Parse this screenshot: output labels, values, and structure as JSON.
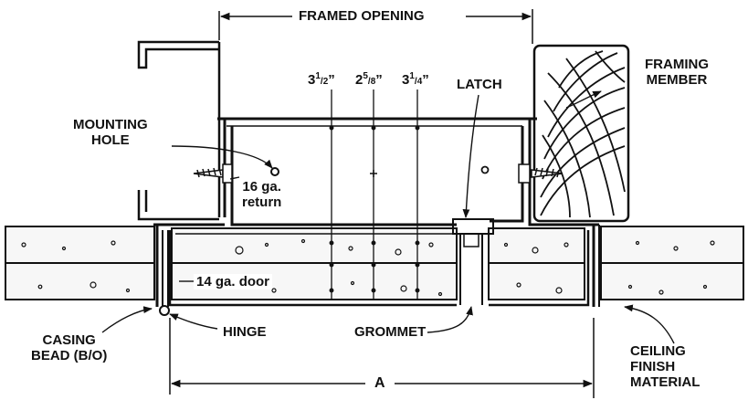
{
  "labels": {
    "framed_opening": "FRAMED OPENING",
    "framing_member": [
      "FRAMING",
      "MEMBER"
    ],
    "mounting_hole": [
      "MOUNTING",
      "HOLE"
    ],
    "return_16ga": [
      "16 ga.",
      "return"
    ],
    "door_14ga": "14 ga. door",
    "latch": "LATCH",
    "hinge": "HINGE",
    "grommet": "GROMMET",
    "casing_bead": [
      "CASING",
      "BEAD (B/O)"
    ],
    "ceiling_finish": [
      "CEILING",
      "FINISH",
      "MATERIAL"
    ],
    "dimension_a": "A",
    "dims": [
      {
        "whole": "3",
        "num": "1",
        "den": "2",
        "unit": "”"
      },
      {
        "whole": "2",
        "num": "5",
        "den": "8",
        "unit": "”"
      },
      {
        "whole": "3",
        "num": "1",
        "den": "4",
        "unit": "”"
      }
    ]
  },
  "colors": {
    "ink": "#111111",
    "board": "#f7f7f7",
    "background": "#ffffff"
  }
}
